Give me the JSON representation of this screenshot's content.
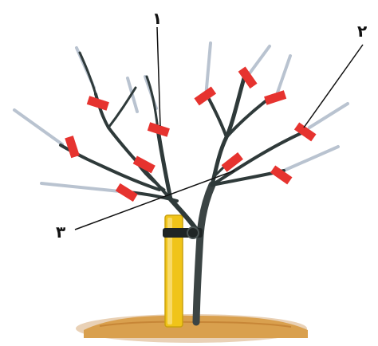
{
  "diagram": {
    "labels": {
      "one": "١",
      "two": "٢",
      "three": "٣"
    },
    "colors": {
      "background": "#ffffff",
      "branch": "#2f3a3a",
      "trunk": "#3b4444",
      "cut_marker": "#e6332f",
      "branch_tip_light": "#b9c3d0",
      "stake": "#f0c419",
      "stake_shadow": "#caa10f",
      "soil": "#d9a04e",
      "soil_shadow": "#bf7b2d",
      "tie": "#1f2525",
      "callout_line": "#111111"
    }
  }
}
